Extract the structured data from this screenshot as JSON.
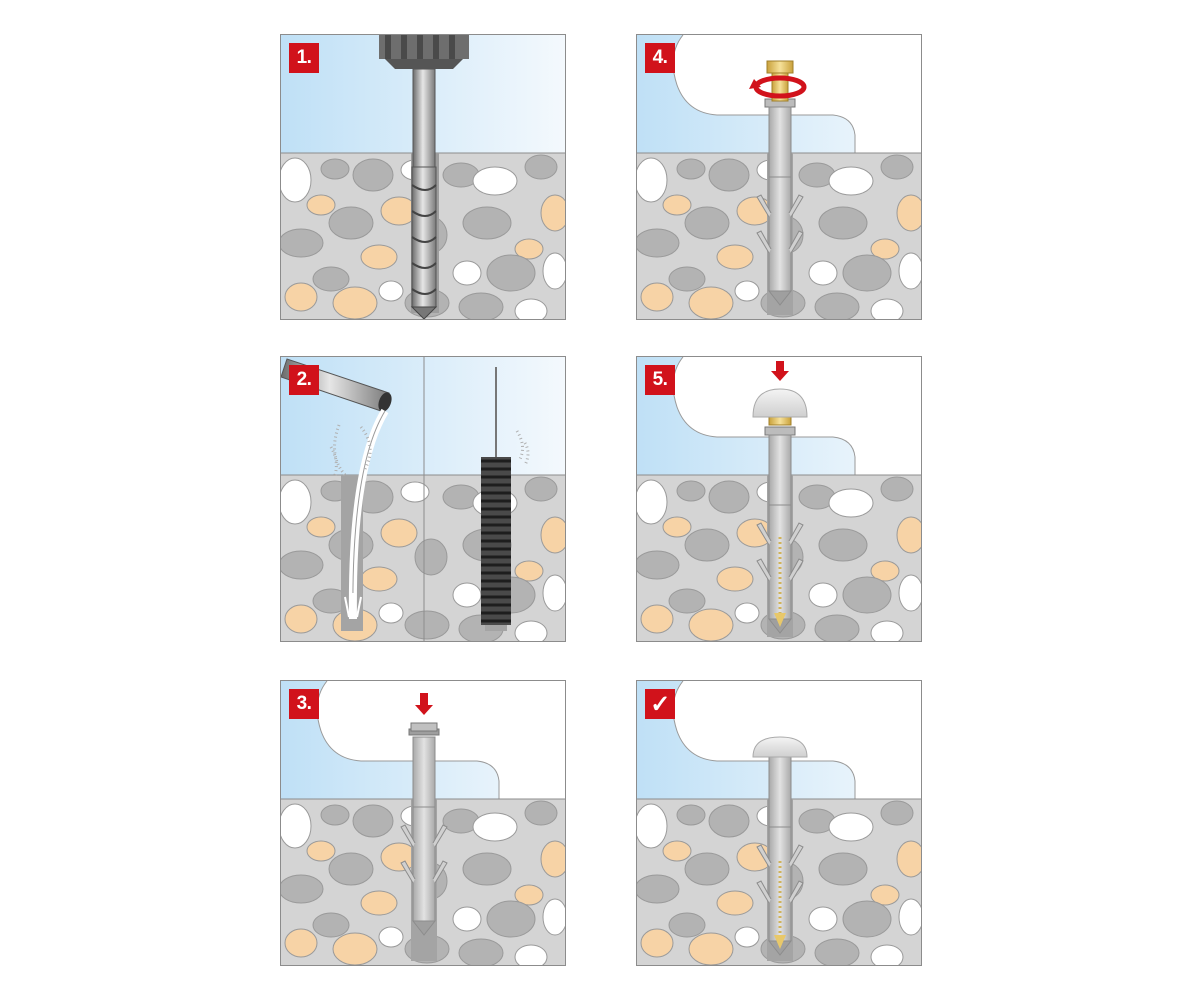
{
  "steps": [
    {
      "label": "1.",
      "tool": "drill"
    },
    {
      "label": "2.",
      "tool": "blow-out-pump-and-brush"
    },
    {
      "label": "3.",
      "tool": "insert-anchor"
    },
    {
      "label": "4.",
      "tool": "tighten-screw"
    },
    {
      "label": "5.",
      "tool": "fit-cap"
    },
    {
      "label": "✓",
      "tool": "finished"
    }
  ],
  "colors": {
    "accent_red": "#d1121b",
    "sky": "#cfe6f7",
    "concrete": "#d4d4d4",
    "stone_grey": "#b3b3b3",
    "stone_tan": "#f7d3a6",
    "stone_white": "#ffffff",
    "anchor_grey": "#c6c6c6",
    "screw_gold": "#e8c86a"
  }
}
